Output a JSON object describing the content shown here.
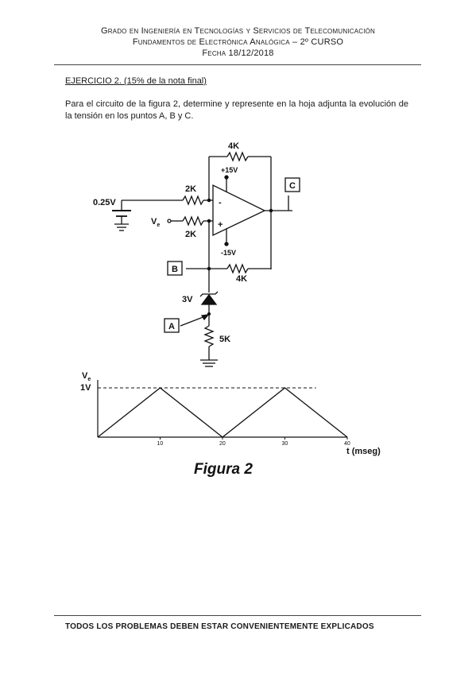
{
  "header": {
    "line1": "Grado en Ingeniería en Tecnologías y Servicios de Telecomunicación",
    "line2": "Fundamentos de Electrónica Analógica – 2º CURSO",
    "line3": "Fecha 18/12/2018"
  },
  "exercise": {
    "title": "EJERCICIO 2. (15% de la nota final)",
    "text": "Para el circuito de la figura 2, determine y represente en la hoja adjunta la evolución de la tensión en los puntos A, B y C."
  },
  "circuit": {
    "r_feedback": "4K",
    "v_pos": "+15V",
    "r_in_minus": "2K",
    "source": "0.25V",
    "input_label": "V",
    "input_sub": "e",
    "r_in_plus": "2K",
    "v_neg": "-15V",
    "r_bottom": "4K",
    "zener": "3V",
    "r_ground": "5K",
    "node_a": "A",
    "node_b": "B",
    "node_c": "C",
    "minus_sign": "-",
    "plus_sign": "+"
  },
  "chart_data": {
    "type": "line",
    "x": [
      0,
      10,
      20,
      30,
      40
    ],
    "y": [
      0,
      1,
      0,
      1,
      0
    ],
    "ylabel": "V",
    "ylabel_sub": "e",
    "xlabel": "t (mseg)",
    "x_ticks": [
      "10",
      "20",
      "30",
      "40"
    ],
    "y_ticks": [
      "1V"
    ],
    "xlim": [
      0,
      40
    ],
    "ylim": [
      0,
      1
    ],
    "reference_line": 1
  },
  "figure_caption": "Figura 2",
  "footer": "TODOS LOS PROBLEMAS DEBEN ESTAR CONVENIENTEMENTE EXPLICADOS"
}
